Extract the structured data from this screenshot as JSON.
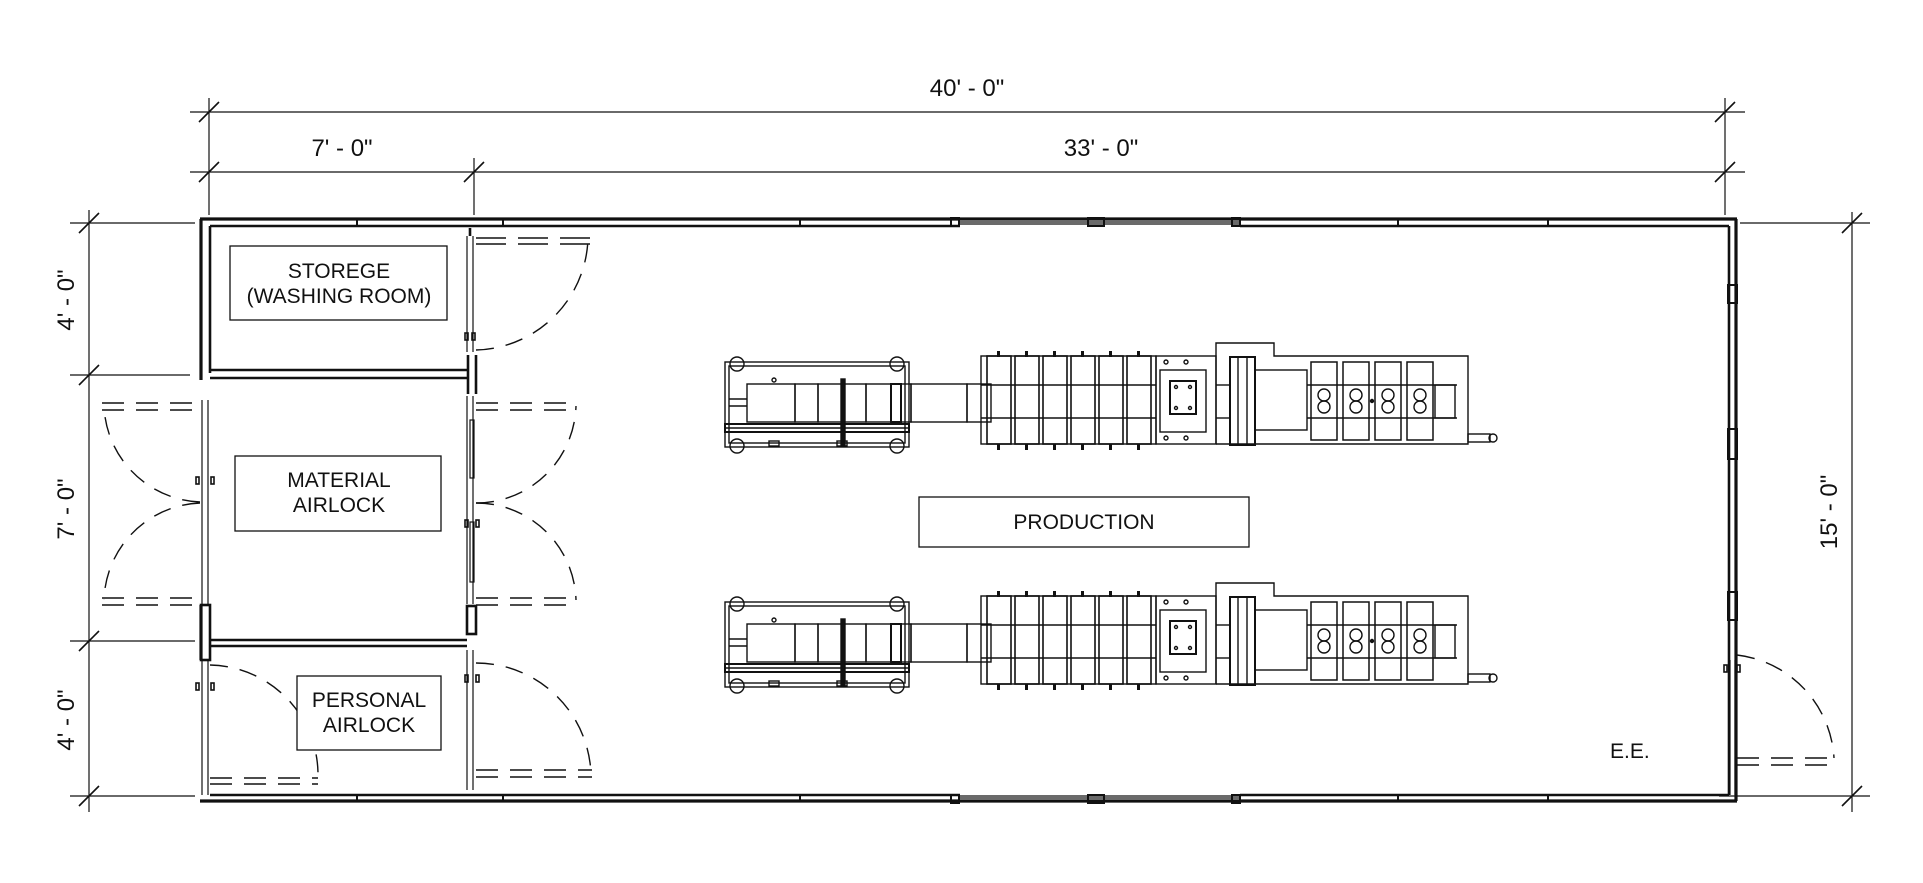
{
  "drawing": {
    "type": "floor-plan",
    "dimensions": {
      "overall_width": "40' - 0\"",
      "left_section_width": "7' - 0\"",
      "right_section_width": "33' - 0\"",
      "overall_depth": "15' - 0\"",
      "storage_depth": "4' - 0\"",
      "material_airlock_depth": "7' - 0\"",
      "personal_airlock_depth": "4' - 0\""
    },
    "rooms": {
      "storage": {
        "line1": "STOREGE",
        "line2": "(WASHING ROOM)"
      },
      "material_airlock": {
        "line1": "MATERIAL",
        "line2": "AIRLOCK"
      },
      "personal_airlock": {
        "line1": "PERSONAL",
        "line2": "AIRLOCK"
      },
      "production": {
        "label": "PRODUCTION"
      }
    },
    "annotations": {
      "emergency_exit": "E.E."
    },
    "equipment": [
      {
        "name": "production-line-1"
      },
      {
        "name": "production-line-2"
      }
    ],
    "colors": {
      "line": "#111111",
      "background": "#ffffff"
    }
  }
}
